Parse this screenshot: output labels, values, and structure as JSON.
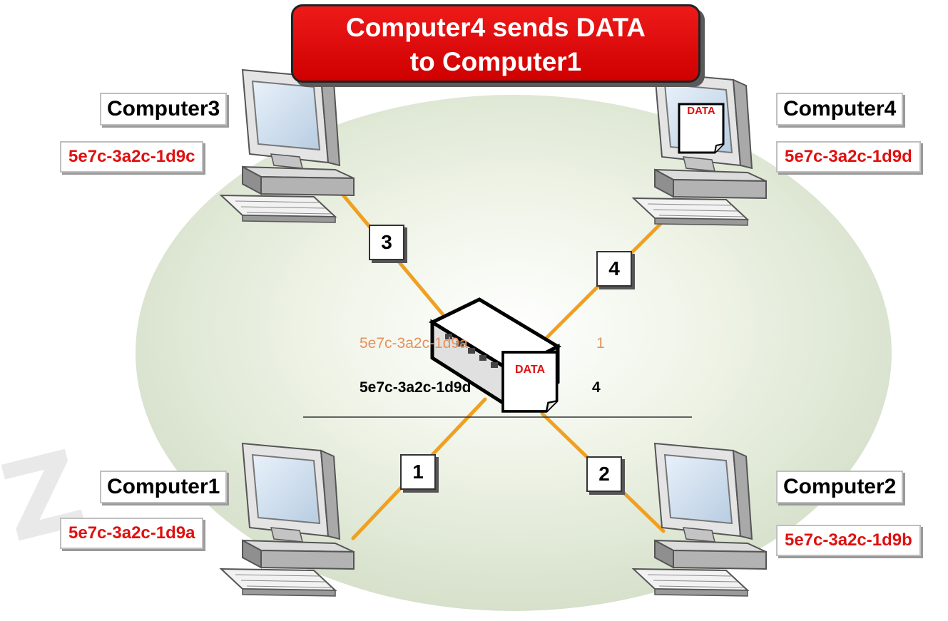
{
  "title": {
    "line1": "Computer4 sends DATA",
    "line2": "to Computer1"
  },
  "computers": {
    "c1": {
      "name": "Computer1",
      "mac": "5e7c-3a2c-1d9a"
    },
    "c2": {
      "name": "Computer2",
      "mac": "5e7c-3a2c-1d9b"
    },
    "c3": {
      "name": "Computer3",
      "mac": "5e7c-3a2c-1d9c"
    },
    "c4": {
      "name": "Computer4",
      "mac": "5e7c-3a2c-1d9d"
    }
  },
  "ports": {
    "p1": "1",
    "p2": "2",
    "p3": "3",
    "p4": "4"
  },
  "mac_table": [
    {
      "mac": "5e7c-3a2c-1d9a",
      "port": "1"
    },
    {
      "mac": "5e7c-3a2c-1d9d",
      "port": "4"
    }
  ],
  "data_label": "DATA",
  "colors": {
    "title_bg": "#e00000",
    "mac_text": "#e01010",
    "cable": "#f0a020",
    "learned_old": "#e8915a"
  }
}
